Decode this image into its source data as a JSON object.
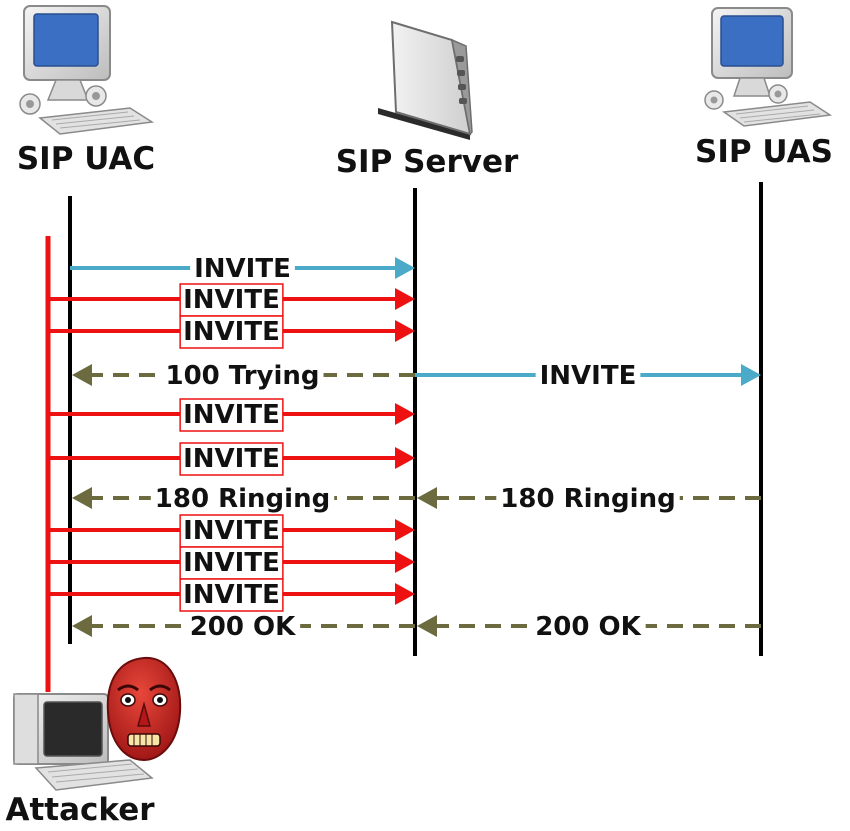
{
  "entities": {
    "uac": {
      "label": "SIP UAC"
    },
    "server": {
      "label": "SIP Server"
    },
    "uas": {
      "label": "SIP UAS"
    },
    "attacker": {
      "label": "Attacker"
    }
  },
  "colors": {
    "legit_request": "#4aaac8",
    "attack_request": "#ee1111",
    "response": "#6b6b3f",
    "lifeline": "#000000",
    "monitor_screen": "#3a6fc4",
    "mask": "#c91f1f"
  },
  "messages": [
    {
      "label": "INVITE",
      "from": "uac",
      "to": "server",
      "kind": "legit_request"
    },
    {
      "label": "INVITE",
      "from": "attacker",
      "to": "server",
      "kind": "attack_request"
    },
    {
      "label": "INVITE",
      "from": "attacker",
      "to": "server",
      "kind": "attack_request"
    },
    {
      "label": "100 Trying",
      "from": "server",
      "to": "uac",
      "kind": "response"
    },
    {
      "label": "INVITE",
      "from": "server",
      "to": "uas",
      "kind": "legit_request"
    },
    {
      "label": "INVITE",
      "from": "attacker",
      "to": "server",
      "kind": "attack_request"
    },
    {
      "label": "INVITE",
      "from": "attacker",
      "to": "server",
      "kind": "attack_request"
    },
    {
      "label": "180 Ringing",
      "from": "server",
      "to": "uac",
      "kind": "response"
    },
    {
      "label": "180 Ringing",
      "from": "uas",
      "to": "server",
      "kind": "response"
    },
    {
      "label": "INVITE",
      "from": "attacker",
      "to": "server",
      "kind": "attack_request"
    },
    {
      "label": "INVITE",
      "from": "attacker",
      "to": "server",
      "kind": "attack_request"
    },
    {
      "label": "INVITE",
      "from": "attacker",
      "to": "server",
      "kind": "attack_request"
    },
    {
      "label": "200 OK",
      "from": "server",
      "to": "uac",
      "kind": "response"
    },
    {
      "label": "200 OK",
      "from": "uas",
      "to": "server",
      "kind": "response"
    }
  ]
}
